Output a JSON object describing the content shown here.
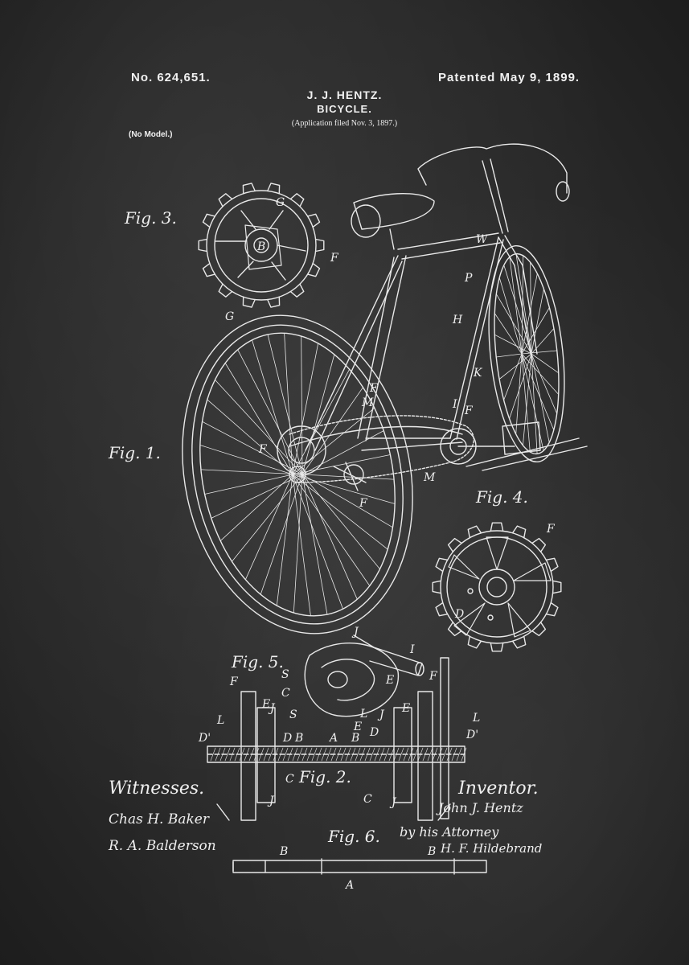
{
  "header": {
    "patent_number": "No. 624,651.",
    "patent_date": "Patented May 9, 1899.",
    "inventor_name": "J. J. HENTZ.",
    "invention_title": "BICYCLE.",
    "application_note": "(Application filed Nov. 3, 1897.)",
    "model_note": "(No Model.)"
  },
  "figures": {
    "fig1": "Fig. 1.",
    "fig2": "Fig. 2.",
    "fig3": "Fig. 3.",
    "fig4": "Fig. 4.",
    "fig5": "Fig. 5.",
    "fig6": "Fig. 6."
  },
  "footer": {
    "witnesses_label": "Witnesses.",
    "witness_1": "Chas H. Baker",
    "witness_2": "R. A. Balderson",
    "inventor_label": "Inventor.",
    "inventor_signature": "John J. Hentz",
    "attorney_label": "by his Attorney",
    "attorney_signature": "H. F. Hildebrand"
  },
  "reference_letters": {
    "G": "G",
    "F": "F",
    "B": "B",
    "P": "P",
    "H": "H",
    "K": "K",
    "I": "I",
    "W": "W",
    "M": "M",
    "D": "D",
    "J": "J",
    "E": "E",
    "S": "S",
    "C": "C",
    "L": "L",
    "A": "A",
    "D_prime": "D'"
  },
  "colors": {
    "background": "#2b2b2b",
    "ink": "#ececec"
  }
}
